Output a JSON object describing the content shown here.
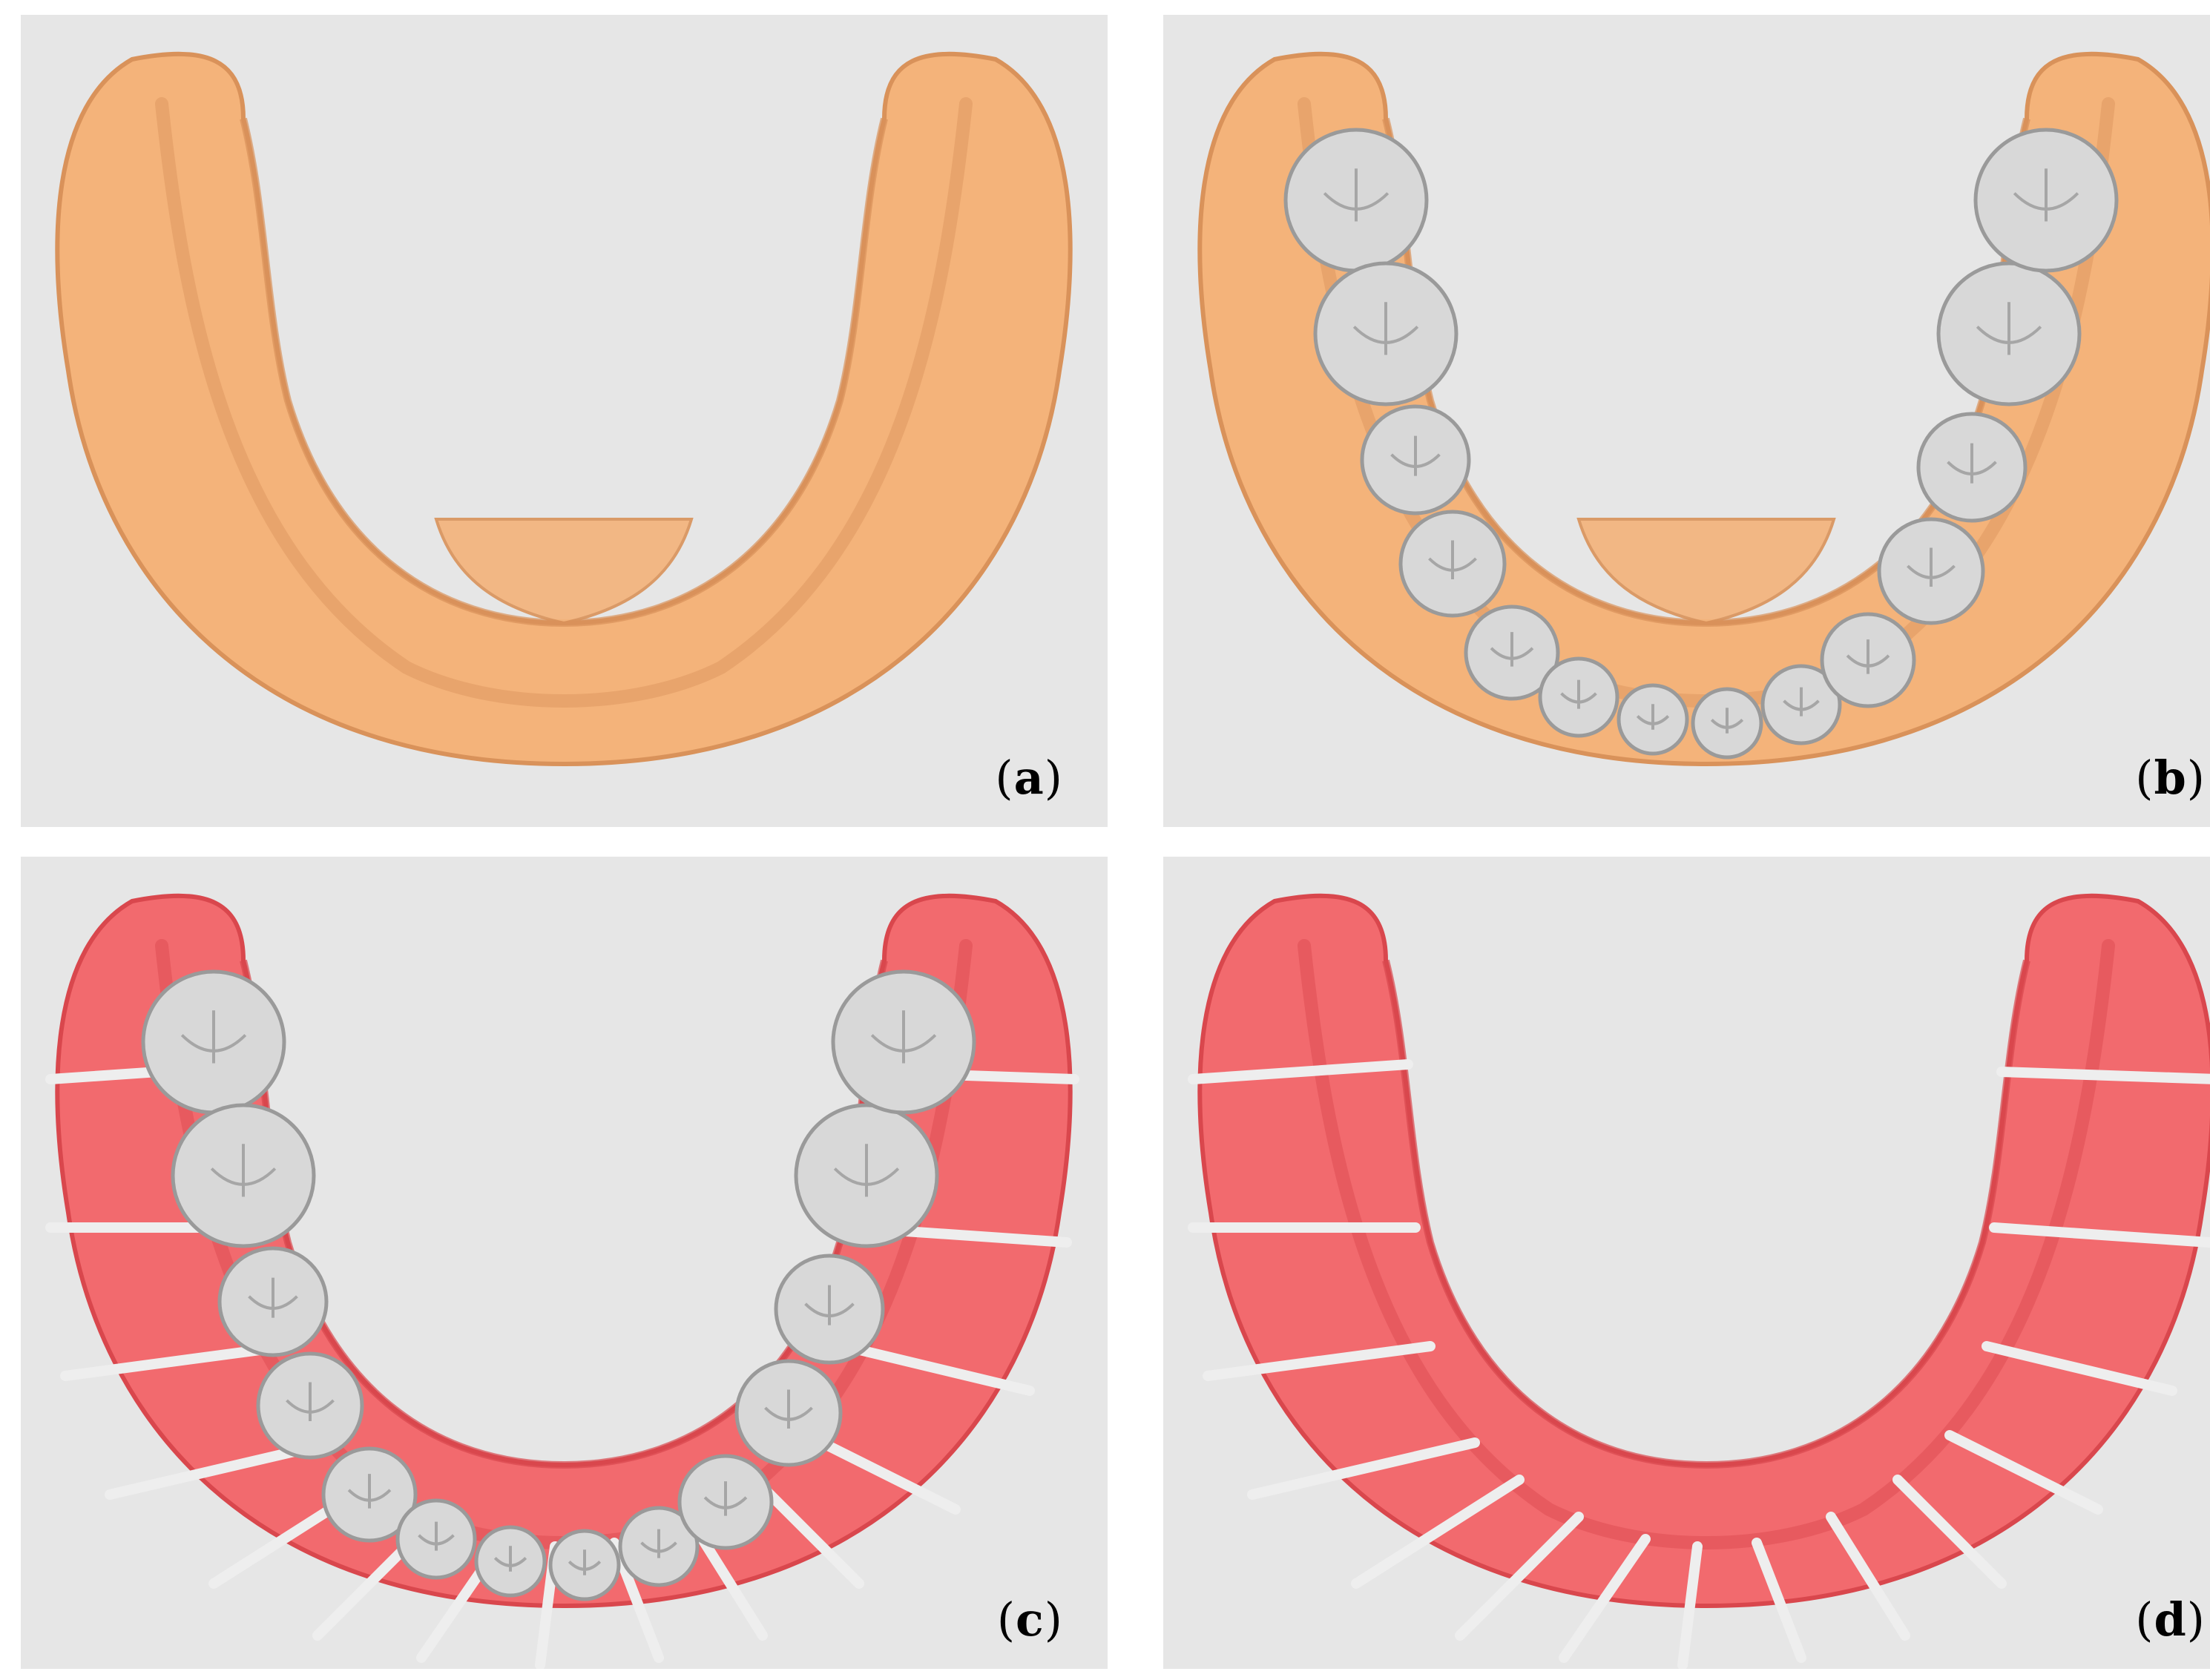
{
  "panels": [
    {
      "id": "a",
      "letter": "a",
      "arch_color": "#f4b37a",
      "arch_shade": "#d9925a",
      "teeth": false,
      "segmented": false
    },
    {
      "id": "b",
      "letter": "b",
      "arch_color": "#f4b37a",
      "arch_shade": "#d9925a",
      "teeth": true,
      "segmented": false
    },
    {
      "id": "c",
      "letter": "c",
      "arch_color": "#f26a6e",
      "arch_shade": "#d9474d",
      "teeth": true,
      "segmented": true
    },
    {
      "id": "d",
      "letter": "d",
      "arch_color": "#f26a6e",
      "arch_shade": "#d9474d",
      "teeth": false,
      "segmented": true
    }
  ],
  "colors": {
    "panel_background": "#e6e6e6",
    "tooth_fill": "#d8d8d8",
    "tooth_shade": "#9a9a9a",
    "segment_gap": "#eeeeee"
  }
}
